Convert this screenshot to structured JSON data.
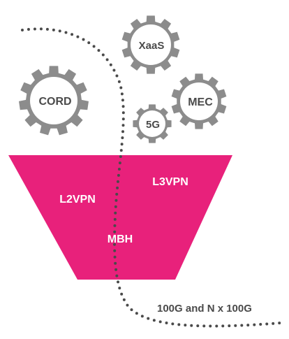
{
  "gears": {
    "xaas": {
      "label": "XaaS"
    },
    "cord": {
      "label": "CORD"
    },
    "mec": {
      "label": "MEC"
    },
    "fiveg": {
      "label": "5G"
    }
  },
  "funnel": {
    "l2vpn": "L2VPN",
    "l3vpn": "L3VPN",
    "mbh": "MBH"
  },
  "bottom_label": "100G and N x 100G",
  "colors": {
    "gear": "#8c8c8c",
    "gear_text": "#4a4a4a",
    "funnel": "#e8217b",
    "funnel_text": "#ffffff",
    "dots": "#4a4a4a",
    "label_text": "#4a4a4a"
  }
}
